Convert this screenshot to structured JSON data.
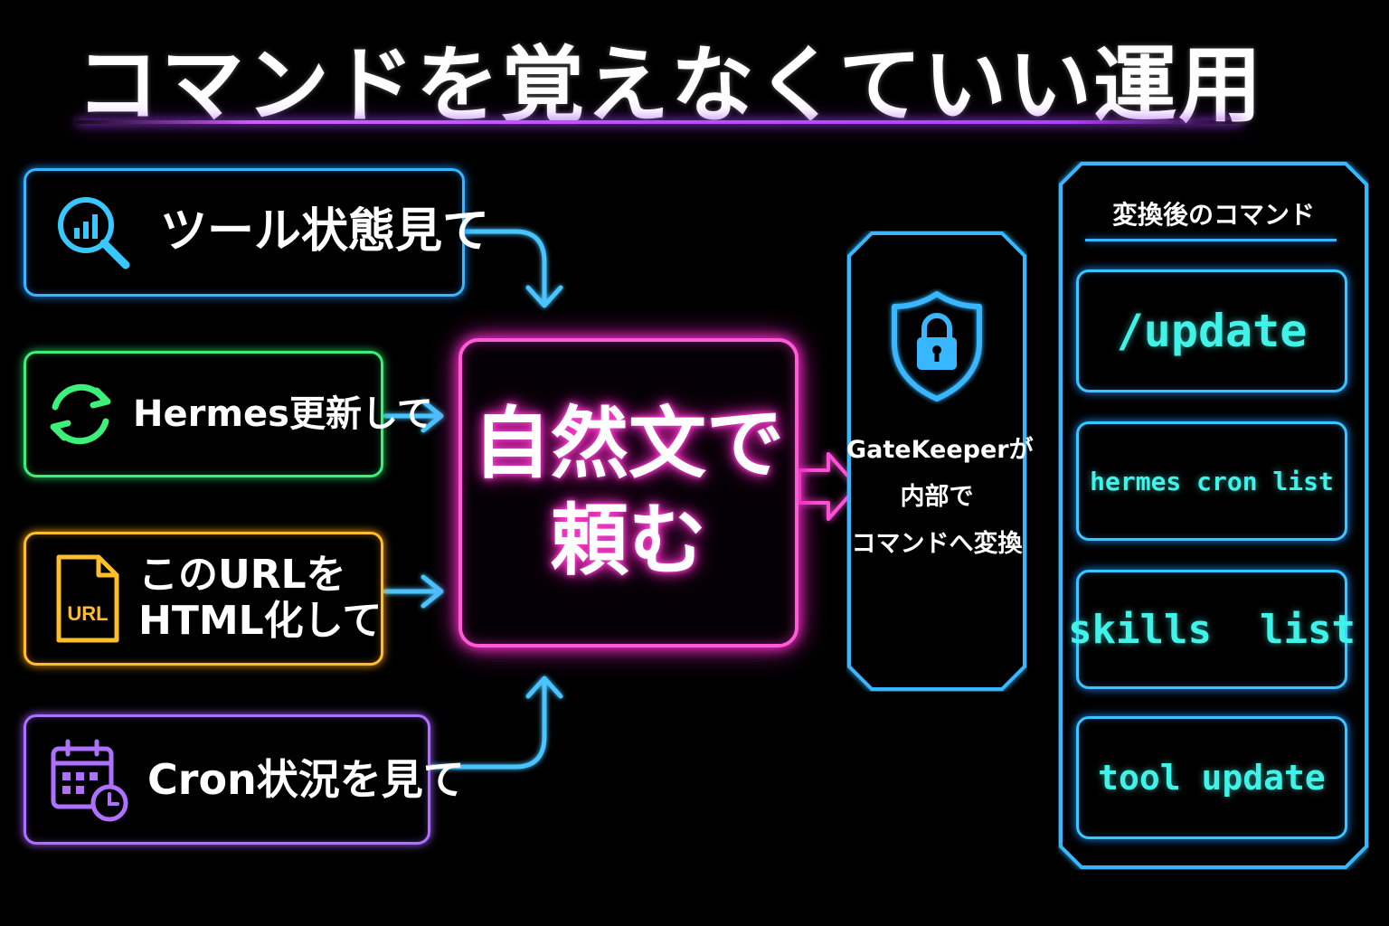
{
  "title": "コマンドを覚えなくていい運用",
  "requests": [
    {
      "label": "ツール状態見て",
      "icon": "search-chart-icon",
      "color": "#38b6ff"
    },
    {
      "label": "Hermes更新して",
      "icon": "refresh-icon",
      "color": "#3cf07a"
    },
    {
      "label_line1": "このURLを",
      "label_line2": "HTML化して",
      "icon": "url-file-icon",
      "icon_text": "URL",
      "color": "#ffbf2a"
    },
    {
      "label": "Cron状況を見て",
      "icon": "calendar-clock-icon",
      "color": "#b070ff"
    }
  ],
  "center": {
    "line1": "自然文で",
    "line2": "頼む",
    "color": "#ff5ad8"
  },
  "gatekeeper": {
    "line1": "GateKeeperが",
    "line2": "内部で",
    "line3": "コマンドへ変換",
    "icon": "shield-lock-icon"
  },
  "commands_panel": {
    "title": "変換後のコマンド",
    "commands": [
      "/update",
      "hermes cron list",
      "skills  list",
      "tool update"
    ]
  }
}
